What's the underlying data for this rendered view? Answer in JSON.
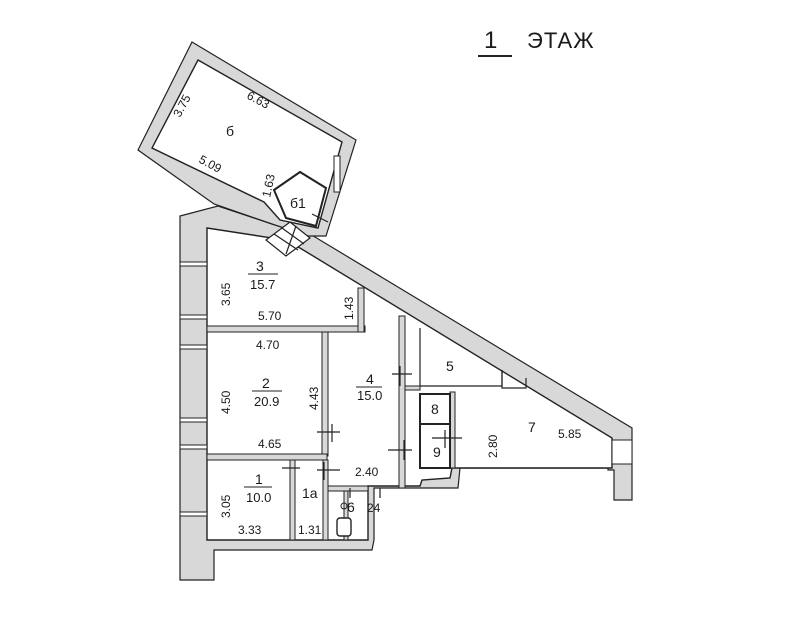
{
  "title": {
    "number": "1",
    "word": "ЭТАЖ"
  },
  "rooms": {
    "r1": {
      "number": "1",
      "area": "10.0"
    },
    "r1a": {
      "number": "1а"
    },
    "r2": {
      "number": "2",
      "area": "20.9"
    },
    "r3": {
      "number": "3",
      "area": "15.7"
    },
    "r4": {
      "number": "4",
      "area": "15.0"
    },
    "r5": {
      "number": "5"
    },
    "r6": {
      "number": "6"
    },
    "r7": {
      "number": "7"
    },
    "r8": {
      "number": "8"
    },
    "r9": {
      "number": "9"
    },
    "r_b": {
      "number": "б"
    },
    "r_b1": {
      "number": "б1"
    },
    "r24": {
      "number": "24"
    }
  },
  "dims": {
    "b_left": "3.75",
    "b_top": "6.63",
    "b_bottom": "5.09",
    "b1_side": "1.63",
    "r3_height": "3.65",
    "r3_width": "5.70",
    "r3_inner": "1.43",
    "r2_top": "4.70",
    "r2_height": "4.50",
    "r2_right": "4.43",
    "r2_bottom": "4.65",
    "r4_bottom": "2.40",
    "r1_height": "3.05",
    "r1_width": "3.33",
    "r1a_width": "1.31",
    "r7_height": "2.80",
    "r7_width": "5.85"
  }
}
